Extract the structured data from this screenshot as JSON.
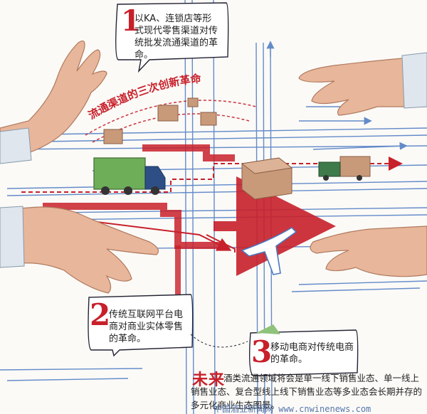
{
  "header_arc": {
    "title": "流通渠道的三次创新革命"
  },
  "steps": [
    {
      "number": "1",
      "text": "以KA、连锁店等形式现代零售渠道对传统批发流通渠道的革命。"
    },
    {
      "number": "2",
      "text": "传统互联网平台电商对商业实体零售的革命。"
    },
    {
      "number": "3",
      "text": "移动电商对传统电商的革命。"
    }
  ],
  "future": {
    "label": "未来",
    "text": "酒类流通领域将会是单一线下销售业态、单一线上销售业态、复合型线上线下销售业态等多业态会长期并存的多元化商业生态图景。"
  },
  "watermark": "中国酒业新闻网 www.cnwinenews.com",
  "colors": {
    "accent_red": "#c8202a",
    "line_blue": "#4a78c2",
    "truck_green": "#6fae59",
    "box_tan": "#c99a7a"
  },
  "icons": [
    "left-hand-top-icon",
    "right-hand-top-icon",
    "left-hand-bottom-icon",
    "right-hand-bottom-icon",
    "truck-icon",
    "small-truck-icon",
    "box-icon",
    "airplane-icon"
  ]
}
